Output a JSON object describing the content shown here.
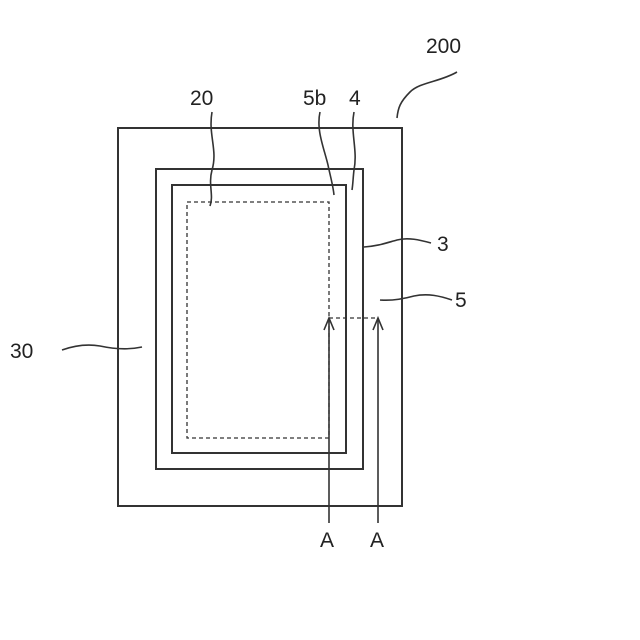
{
  "figure": {
    "labels": {
      "assembly": "200",
      "region_20": "20",
      "layer_5b": "5b",
      "layer_4": "4",
      "layer_3": "3",
      "layer_5": "5",
      "outer_30": "30",
      "section_left": "A",
      "section_right": "A"
    },
    "colors": {
      "line": "#333333",
      "background": "#ffffff"
    }
  }
}
